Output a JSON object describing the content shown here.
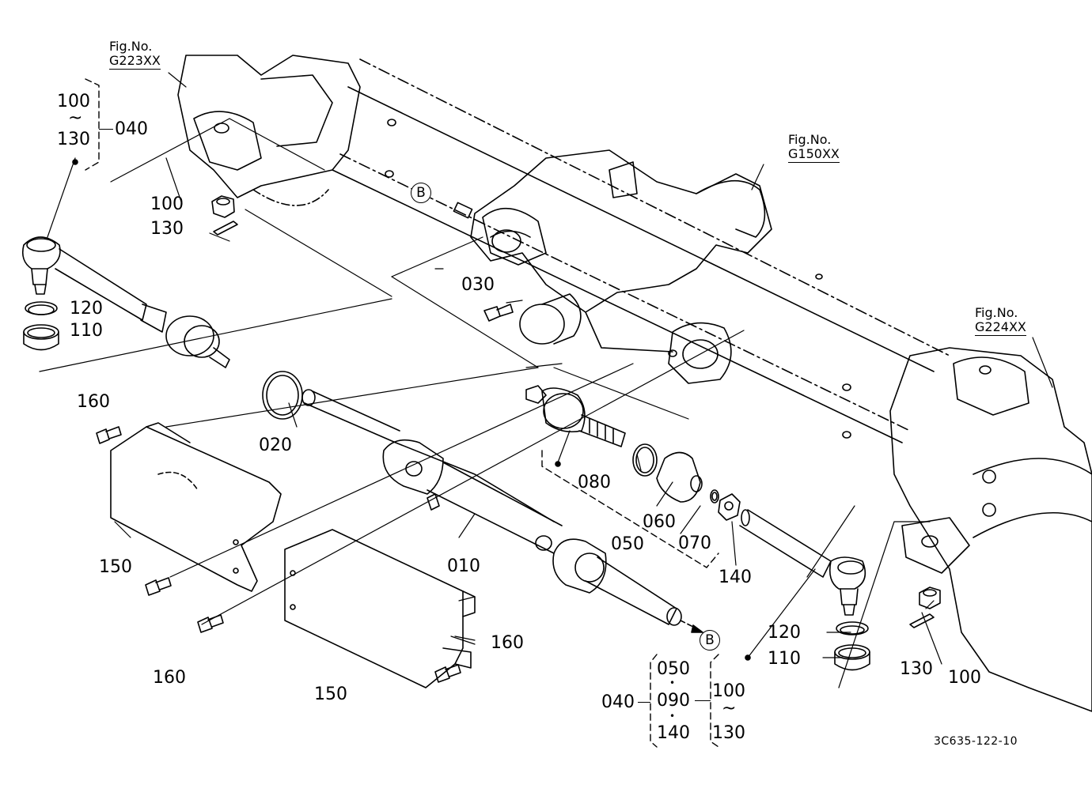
{
  "refs": {
    "left": {
      "line1": "Fig.No.",
      "line2": "G223XX"
    },
    "mid": {
      "line1": "Fig.No.",
      "line2": "G150XX"
    },
    "right": {
      "line1": "Fig.No.",
      "line2": "G224XX"
    }
  },
  "markers": {
    "b_top": "B",
    "b_bottom": "B"
  },
  "parts": {
    "p010": "010",
    "p020": "020",
    "p030": "030",
    "p040_top": "040",
    "p040_bottom": "040",
    "p050": "050",
    "p050_group": "050",
    "p060": "060",
    "p070": "070",
    "p080": "080",
    "p090_group": "090",
    "p100_top": "100",
    "p100_left": "100",
    "p100_right": "100",
    "p100_group": "100",
    "p110_left": "110",
    "p110_right": "110",
    "p120_left": "120",
    "p120_right": "120",
    "p130_top": "130",
    "p130_left": "130",
    "p130_right": "130",
    "p130_group": "130",
    "p140": "140",
    "p140_group": "140",
    "p150_left": "150",
    "p150_right": "150",
    "p160_a": "160",
    "p160_b": "160",
    "p160_c": "160"
  },
  "symbols": {
    "tilde": "~",
    "dot": "•"
  },
  "drawing_code": "3C635-122-10",
  "colors": {
    "line": "#000000",
    "background": "#ffffff"
  }
}
